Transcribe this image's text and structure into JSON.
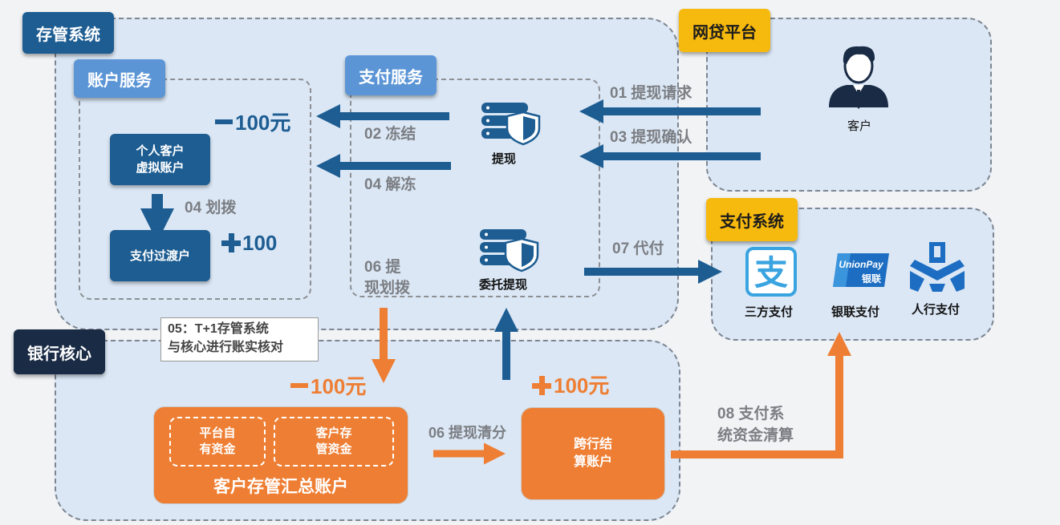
{
  "regions": {
    "custody_system": "存管系统",
    "account_service": "账户服务",
    "payment_service": "支付服务",
    "p2p_platform": "网贷平台",
    "payment_system": "支付系统",
    "bank_core": "银行核心"
  },
  "accounts": {
    "personal_virtual": [
      "个人客户",
      "虚拟账户"
    ],
    "transit": "支付过渡户",
    "platform_own": [
      "平台自",
      "有资金"
    ],
    "customer_custody": [
      "客户存",
      "管资金"
    ],
    "summary": "客户存管汇总账户",
    "interbank": [
      "跨行结",
      "算账户"
    ]
  },
  "services": {
    "withdraw": "提现",
    "entrusted_withdraw": "委托提现"
  },
  "customer": "客户",
  "steps": {
    "s01": "01 提现请求",
    "s02": "02 冻结",
    "s03": "03 提现确认",
    "s04a": "04 解冻",
    "s04b": "04 划拨",
    "s06a": [
      "06 提",
      "现划拨"
    ],
    "s06b": "06 提现清分",
    "s07": "07 代付",
    "s08": [
      "08 支付系",
      "统资金清算"
    ]
  },
  "amounts": {
    "minus_top": "100元",
    "plus_mid": "100",
    "minus_bottom": "100元",
    "plus_bottom": "100元"
  },
  "note": [
    "05：T+1存管系统",
    "与核心进行账实核对"
  ],
  "payments": {
    "third_party": "三方支付",
    "unionpay": "银联支付",
    "unionpay_logo_en": "UnionPay",
    "unionpay_logo_cn": "银联",
    "pboc": "人行支付"
  },
  "colors": {
    "navy": "#1d5d92",
    "light_blue": "#5b95d6",
    "orange": "#ee7e33",
    "yellow": "#f6b90d",
    "dark_navy": "#1a2b45"
  }
}
